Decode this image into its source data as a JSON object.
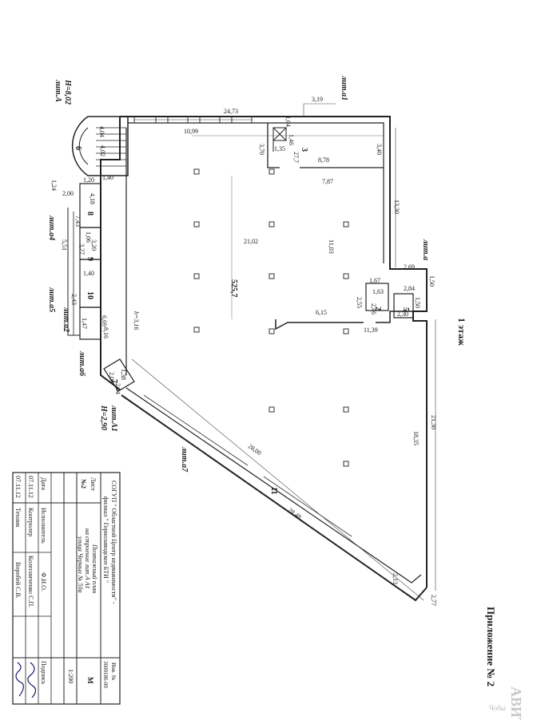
{
  "attachment_title": "Приложение № 2",
  "floor_label": "1 этаж",
  "structures": {
    "lit_a": "лит.А",
    "h_a": "H=8,02",
    "lit_a1_top": "лит.а1",
    "lit_a4": "лит.а4",
    "lit_a5": "лит.а5",
    "lit_a2": "лит.а2",
    "lit_a6": "лит.а6",
    "lit_a_right": "лит.а",
    "lit_A1": "лит.А1",
    "h_A1": "H=2,90",
    "lit_a7": "лит.а7",
    "h_inner": "h=3,16"
  },
  "rooms": {
    "r1_area": "525,7",
    "r2": "2",
    "r3": "3",
    "r3_area": "27,7",
    "r5": "5",
    "r6": "6",
    "r7": "7",
    "r8": "8",
    "r9": "9",
    "r10": "10",
    "r11": "11"
  },
  "dims": {
    "d1": "24,73",
    "d2": "10,99",
    "d3": "3,19",
    "d4": "1,04",
    "d5": "3,70",
    "d6": "1,46",
    "d7": "1,35",
    "d8": "8,78",
    "d9": "7,87",
    "d10": "3,40",
    "d11": "13,30",
    "d12": "21,02",
    "d13": "11,03",
    "d14": "2,69",
    "d15": "1,50",
    "d16": "2,84",
    "d17": "1,50",
    "d18": "2,30",
    "d19": "1,67",
    "d20": "1,63",
    "d21": "2,46",
    "d22": "2,55",
    "d23": "6,15",
    "d24": "11,39",
    "d25": "18,35",
    "d26": "21,30",
    "d27": "28,00",
    "d28": "28,48",
    "d29": "2,13",
    "d30": "2,77",
    "d31": "4,04",
    "d32": "4,02",
    "d33": "1,20",
    "d34": "1,40",
    "d35": "1,24",
    "d36": "2,00",
    "d37": "4,18",
    "d38": "7,43",
    "d39": "5,51",
    "d40": "1,06",
    "d41": "3,20",
    "d42": "3,27",
    "d43": "1,40",
    "d44": "6,69",
    "d45": "8,16",
    "d46": "2,43",
    "d47": "1,47",
    "d48": "2,04",
    "d49": "2,01",
    "d50": "1,38"
  },
  "stamp": {
    "org_line1": "СОГУП \" Областной Центр недвижимости\" -",
    "org_line2": "филиал \" Горнозаводское БТИ \"",
    "inv_label": "Инв. №",
    "inv_number": "3600186-00",
    "sheet_label": "Лист",
    "sheet_value": "№2",
    "title_line1": "Поэтажный план",
    "title_line2": "на строение лит.А А1",
    "title_line3": "улица Черных № 50а",
    "scale_label": "М",
    "scale_value": "1:200",
    "col_date": "Дата",
    "col_role": "Исполнитель",
    "col_name": "Ф.И.О.",
    "col_sign": "Подпись",
    "row1_date": "07.11.12",
    "row1_role": "Контролер",
    "row1_name": "Колесниченко С.П.",
    "row2_date": "07.11.12",
    "row2_role": "Техник",
    "row2_name": "Воробей С.В."
  },
  "watermark": "АВИТО",
  "watermark_small": "Чобы"
}
